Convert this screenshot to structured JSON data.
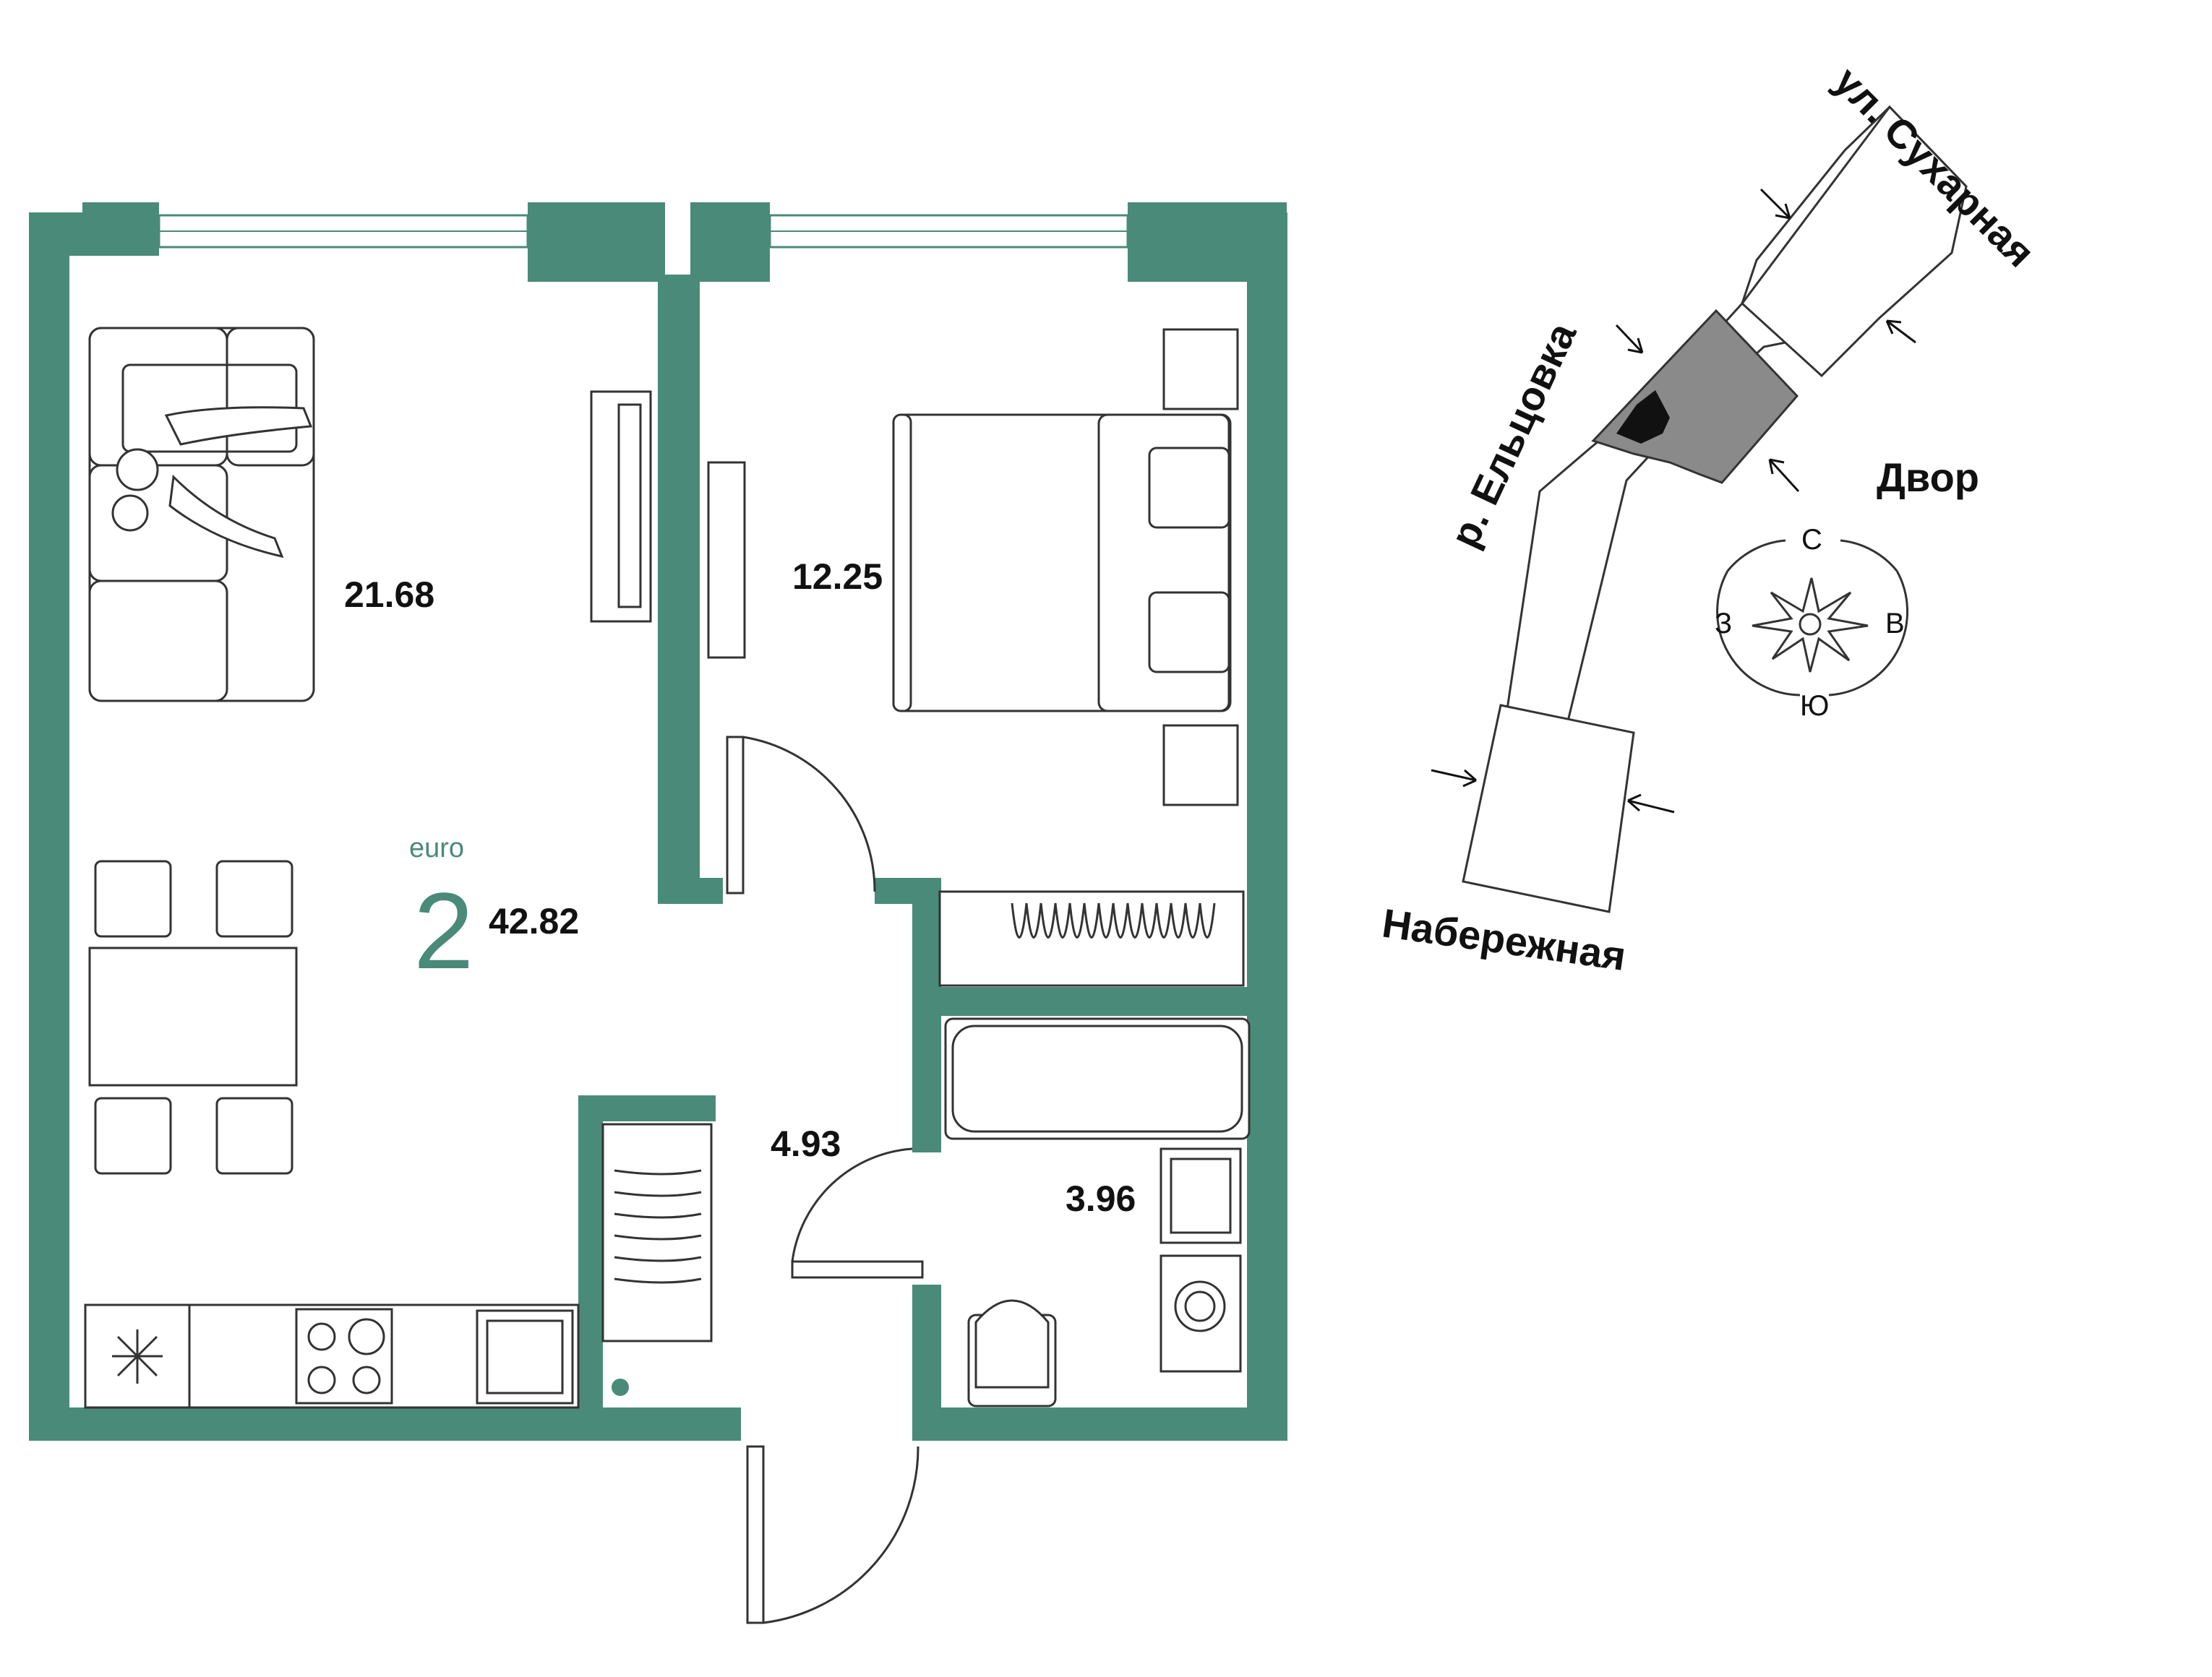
{
  "colors": {
    "wall": "#4a8a78",
    "accent": "#4a8a78",
    "line": "#333333",
    "building": "#8a8a8a",
    "apartment": "#111111"
  },
  "apartment": {
    "type_label": "euro",
    "rooms": "2",
    "total_area": "42.82"
  },
  "rooms": [
    {
      "name": "living-kitchen",
      "area": "21.68"
    },
    {
      "name": "bedroom",
      "area": "12.25"
    },
    {
      "name": "hallway",
      "area": "4.93"
    },
    {
      "name": "bathroom",
      "area": "3.96"
    }
  ],
  "site_map": {
    "streets": {
      "north": "ул. Сухарная",
      "river": "р. Ельцовка",
      "yard": "Двор",
      "embankment": "Набережная"
    },
    "compass": {
      "n": "С",
      "s": "Ю",
      "e": "В",
      "w": "З"
    }
  },
  "icons": [
    "sofa-icon",
    "tv-icon",
    "bed-icon",
    "dining-table-icon",
    "stove-icon",
    "fridge-icon",
    "sink-icon",
    "bathtub-icon",
    "toilet-icon",
    "washing-machine-icon",
    "radiator-icon",
    "compass-icon",
    "entrance-arrow-icon"
  ]
}
